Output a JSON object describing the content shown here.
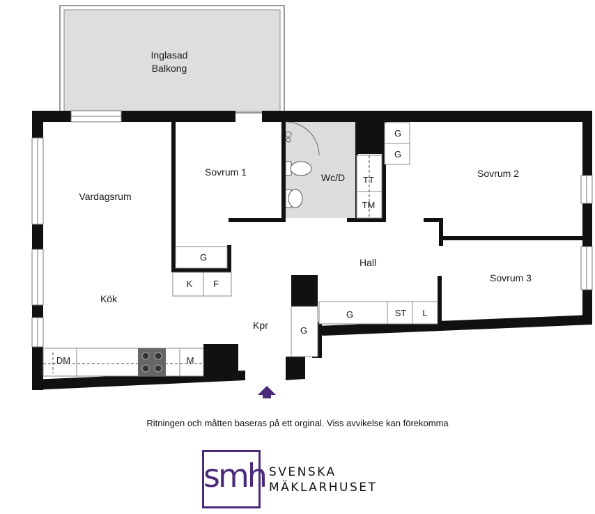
{
  "rooms": {
    "balcony_line1": "Inglasad",
    "balcony_line2": "Balkong",
    "vardagsrum": "Vardagsrum",
    "kok": "Kök",
    "sovrum1": "Sovrum 1",
    "wcd": "Wc/D",
    "sovrum2": "Sovrum 2",
    "hall": "Hall",
    "sovrum3": "Sovrum 3",
    "kpr": "Kpr"
  },
  "fixtures": {
    "g_top1": "G",
    "g_top2": "G",
    "tt": "TT",
    "tm": "TM",
    "g_sovrum1": "G",
    "k": "K",
    "f": "F",
    "g_hall": "G",
    "st": "ST",
    "l": "L",
    "g_kpr": "G",
    "dm": "DM",
    "m": "M"
  },
  "disclaimer": "Ritningen och måtten baseras på ett orginal. Viss avvikelse kan förekomma",
  "logo": {
    "mark": "smh",
    "line1": "SVENSKA",
    "line2": "MÄKLARHUSET",
    "color": "#4b2a7a"
  },
  "colors": {
    "wall": "#111111",
    "balcony_fill": "#dedede",
    "bathroom_fill": "#dcdcdc",
    "entrance_arrow": "#4b2a7a"
  }
}
